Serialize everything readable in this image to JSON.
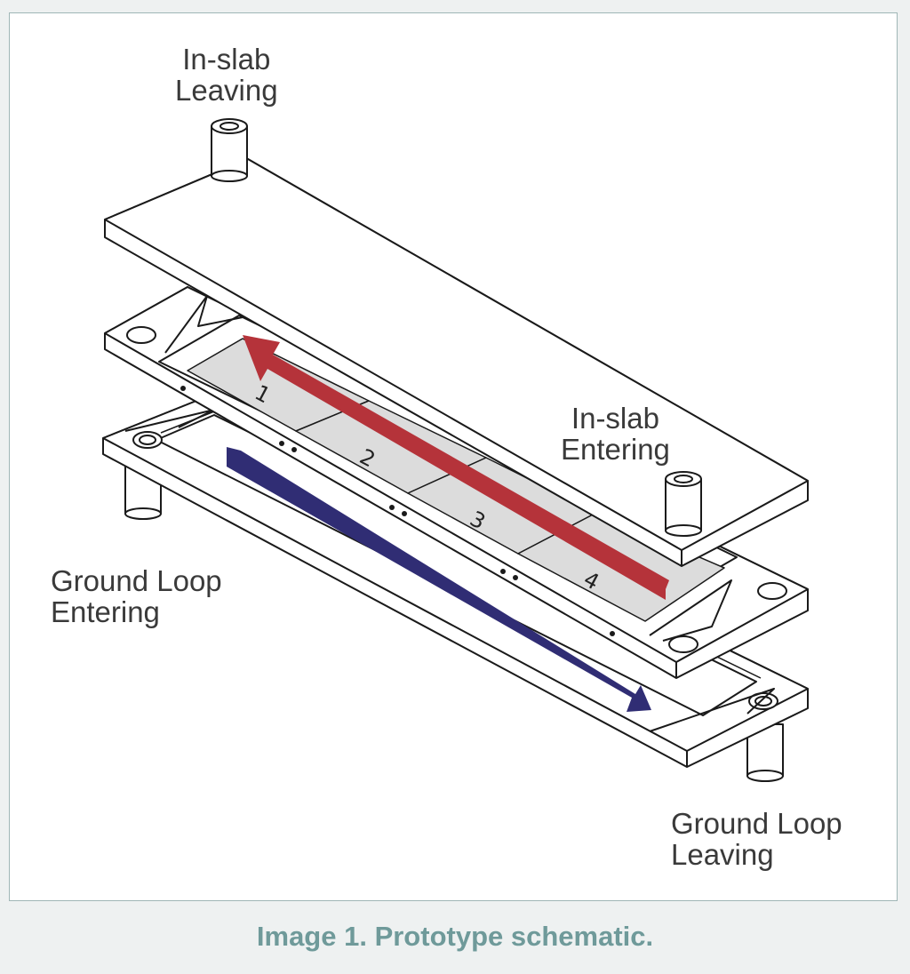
{
  "labels": {
    "in_slab_leaving": [
      "In-slab",
      "Leaving"
    ],
    "in_slab_entering": [
      "In-slab",
      "Entering"
    ],
    "ground_loop_entering": [
      "Ground Loop",
      "Entering"
    ],
    "ground_loop_leaving": [
      "Ground Loop",
      "Leaving"
    ]
  },
  "segments": [
    "1",
    "2",
    "3",
    "4"
  ],
  "caption": "Image 1. Prototype schematic.",
  "colors": {
    "in_slab_arrow": "#b5333a",
    "ground_loop_arrow": "#302d74",
    "segment_fill": "#dcdcdc",
    "caption": "#6f9a9a",
    "line": "#1a1a1a"
  }
}
